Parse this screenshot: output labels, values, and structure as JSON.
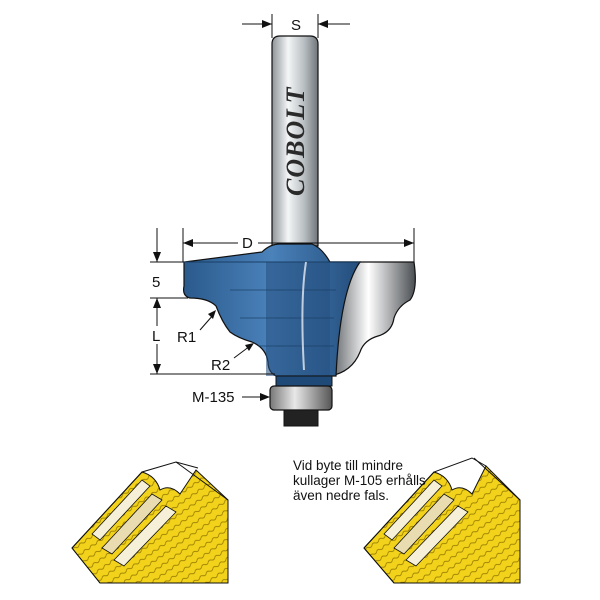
{
  "labels": {
    "shank": "S",
    "diameter": "D",
    "top_height": "5",
    "length": "L",
    "radius1": "R1",
    "radius2": "R2",
    "bearing": "M-135"
  },
  "brand": "COBOLT",
  "note": "Vid byte till mindre kullager M-105 erhålls även nedre fals.",
  "colors": {
    "cutter_body": "#3a6ea5",
    "cutter_dark": "#1f4a78",
    "shank": "#c8ccd0",
    "wood": "#f2d21a",
    "outline": "#111111"
  }
}
